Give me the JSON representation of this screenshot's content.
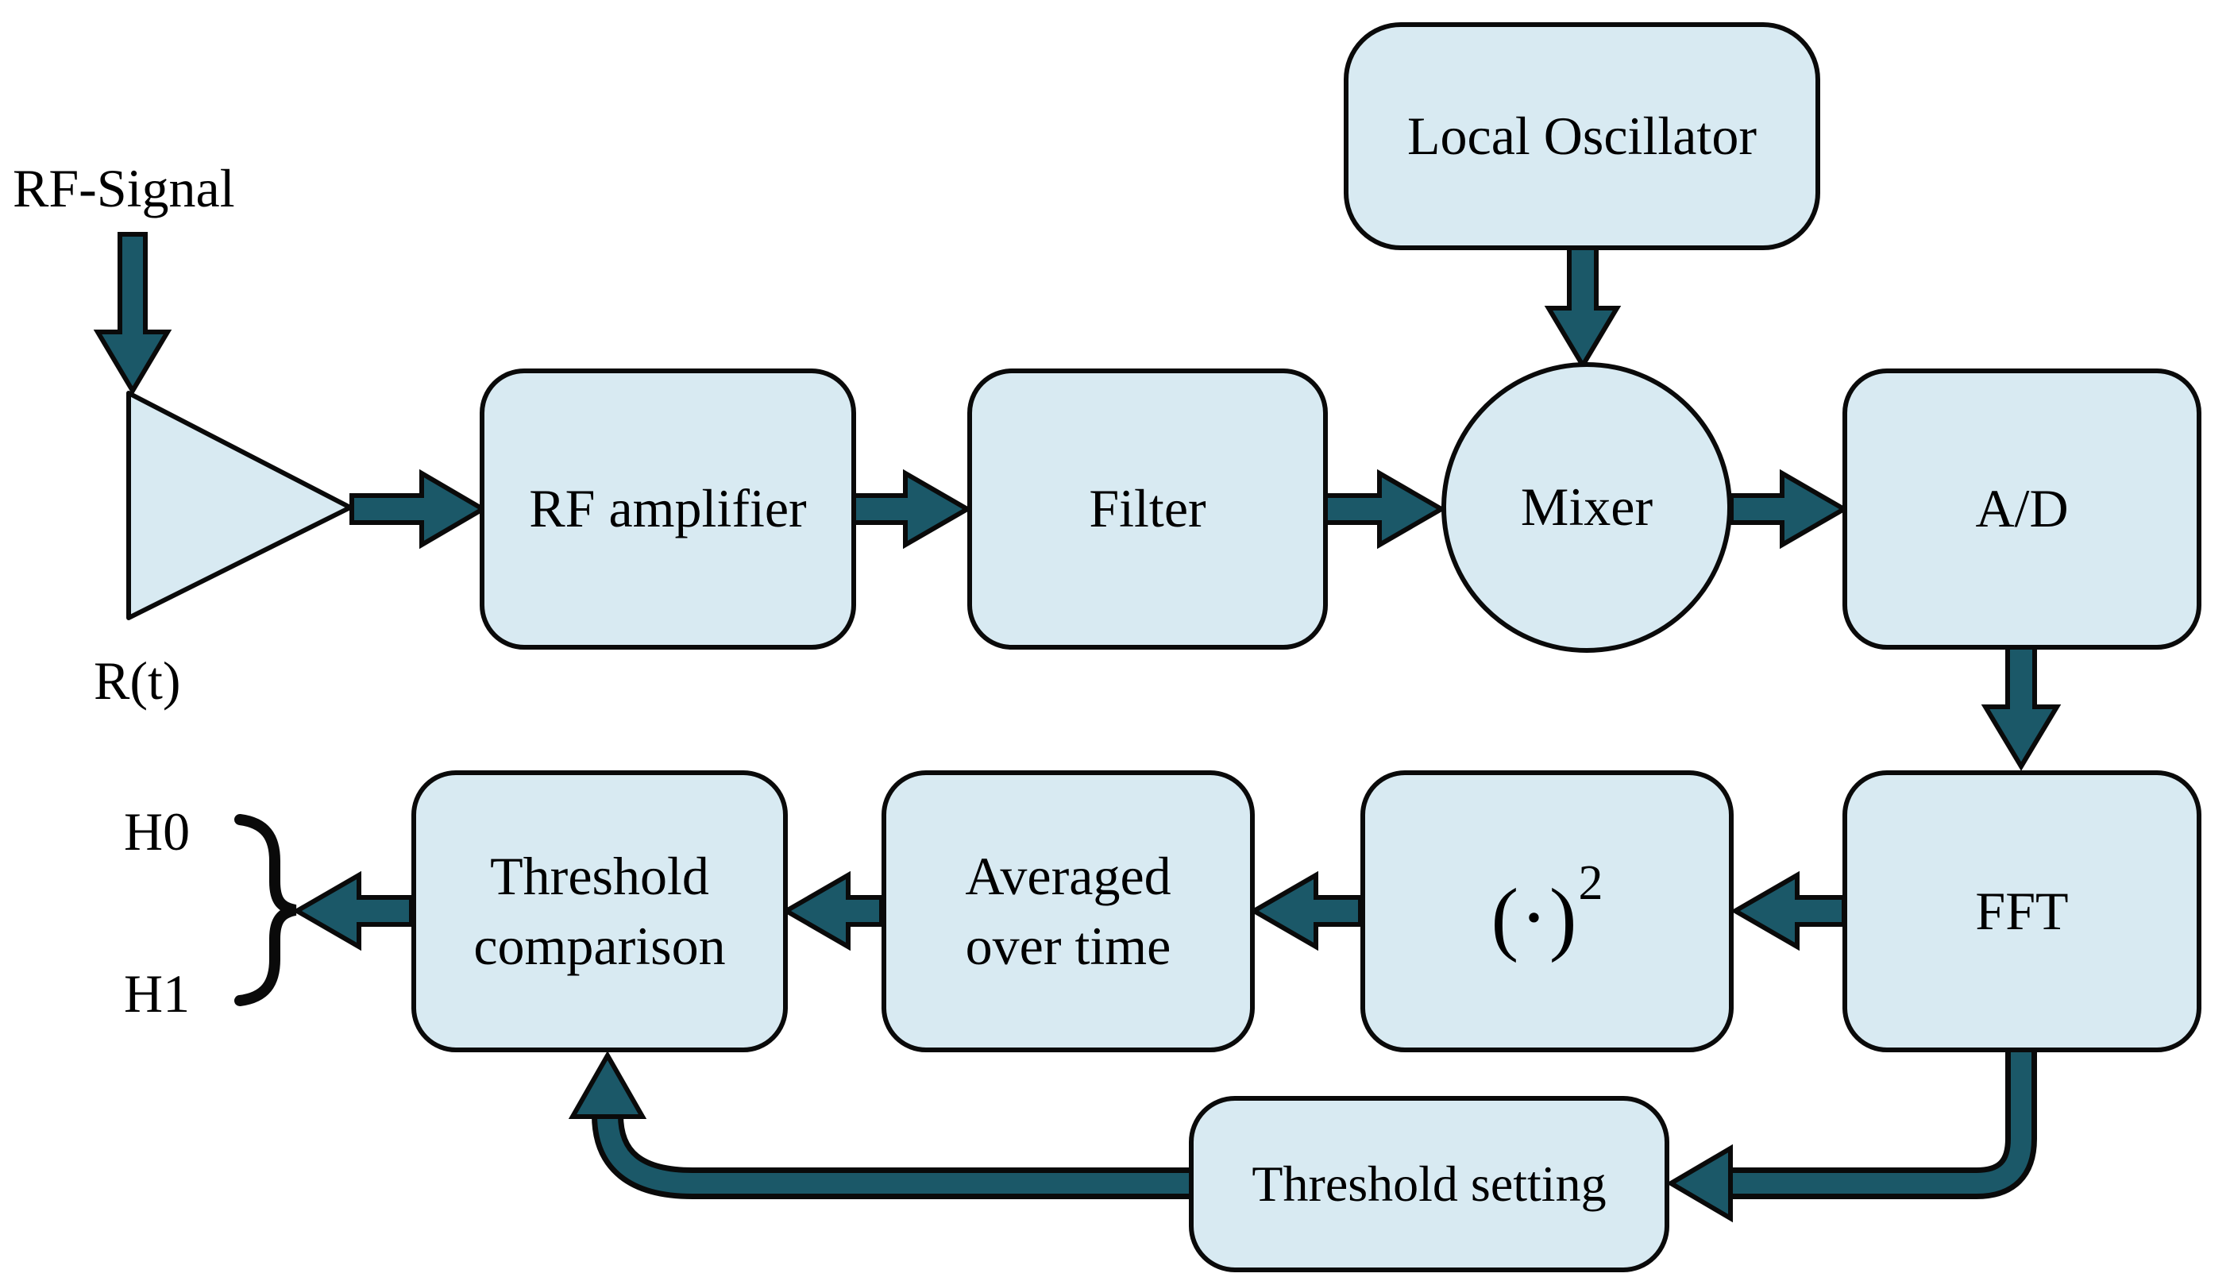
{
  "colors": {
    "background": "#ffffff",
    "box_fill": "#d8eaf2",
    "arrow_fill": "#1b5868",
    "outline": "#0a0a0a"
  },
  "diagram": {
    "input_label": "RF-Signal",
    "antenna_label": "R(t)",
    "nodes": {
      "rf_amplifier": {
        "label": "RF amplifier"
      },
      "filter": {
        "label": "Filter"
      },
      "mixer": {
        "label": "Mixer"
      },
      "local_oscillator": {
        "label": "Local Oscillator"
      },
      "ad_converter": {
        "label": "A/D"
      },
      "fft": {
        "label": "FFT"
      },
      "squaring": {
        "label_main": "(·)",
        "label_sup": "2"
      },
      "averaging": {
        "line1": "Averaged",
        "line2": "over time"
      },
      "threshold_comparison": {
        "line1": "Threshold",
        "line2": "comparison"
      },
      "threshold_setting": {
        "label": "Threshold setting"
      }
    },
    "outputs": {
      "h0": "H0",
      "h1": "H1"
    }
  }
}
